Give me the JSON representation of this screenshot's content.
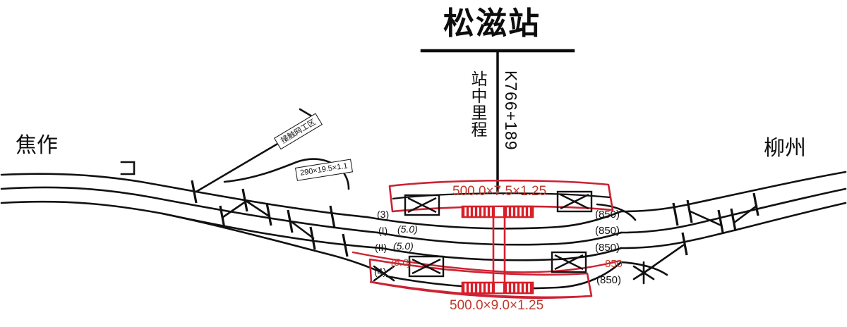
{
  "station": {
    "name": "松滋站",
    "mileage_label": "站中里程",
    "mileage_value": "K766+189"
  },
  "endpoints": {
    "left": "焦作",
    "right": "柳州"
  },
  "platforms": [
    {
      "id": "upper-platform",
      "dimension": "500.0×7.5×1.25",
      "position": "top"
    },
    {
      "id": "lower-platform",
      "dimension": "500.0×9.0×1.25",
      "position": "bottom"
    }
  ],
  "facilities": [
    {
      "id": "catenary-work-area",
      "label": "接触网工区"
    },
    {
      "id": "catenary-work-area-dimension",
      "label": "290×19.5×1.1"
    }
  ],
  "tracks": [
    {
      "id": "3",
      "name": "(3)",
      "length": "(850)",
      "spacing_below": "(5.0)",
      "color": "black"
    },
    {
      "id": "I",
      "name": "(I)",
      "length": "(850)",
      "spacing_below": "(5.0)",
      "color": "black"
    },
    {
      "id": "II",
      "name": "(II)",
      "length": "(850)",
      "spacing_below": "(5.0)",
      "color": "black"
    },
    {
      "id": "red-track",
      "name": "",
      "length": "850",
      "spacing_below": "",
      "color": "red"
    },
    {
      "id": "4",
      "name": "(4)",
      "length": "(850)",
      "spacing_below": "",
      "color": "black"
    }
  ],
  "colors": {
    "line": "#111111",
    "accent_red": "#c0392b",
    "platform_red": "#cc2233",
    "background": "#ffffff"
  },
  "icons": {
    "ramp": "x-cross-icon",
    "turnout": "turnout-tick-icon",
    "stair": "striped-stair-icon",
    "underpass": "underpass-icon"
  }
}
